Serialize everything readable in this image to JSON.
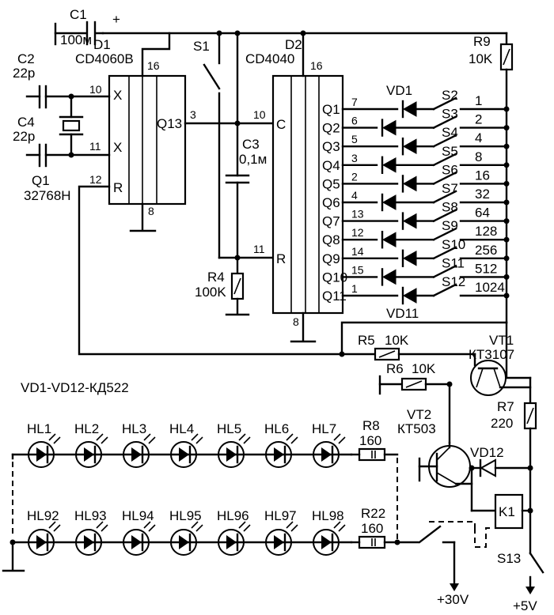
{
  "components": {
    "c1": {
      "ref": "C1",
      "value": "100м",
      "polarity": "+"
    },
    "c2": {
      "ref": "C2",
      "value": "22р"
    },
    "c4": {
      "ref": "C4",
      "value": "22р"
    },
    "q1": {
      "ref": "Q1",
      "value": "32768Н"
    },
    "d1": {
      "ref": "D1",
      "part": "CD4060B",
      "pin_vdd": "16",
      "pin_x1": "10",
      "pin_x2": "11",
      "pin_r": "12",
      "pin_gnd": "8",
      "out_label": "Q13",
      "out_pin": "3",
      "in_x": "X",
      "in_r": "R"
    },
    "s1": {
      "ref": "S1"
    },
    "c3": {
      "ref": "C3",
      "value": "0,1м"
    },
    "r4": {
      "ref": "R4",
      "value": "100K"
    },
    "d2": {
      "ref": "D2",
      "part": "CD4040",
      "pin_vdd": "16",
      "pin_c": "10",
      "pin_r": "11",
      "pin_gnd": "8",
      "in_c": "C",
      "in_r": "R"
    },
    "r9": {
      "ref": "R9",
      "value": "10K"
    },
    "r5": {
      "ref": "R5",
      "value": "10K"
    },
    "r6": {
      "ref": "R6",
      "value": "10K"
    },
    "vt1": {
      "ref": "VT1",
      "part": "КТ3107"
    },
    "vt2": {
      "ref": "VT2",
      "part": "КТ503"
    },
    "r7": {
      "ref": "R7",
      "value": "220"
    },
    "vd12": {
      "ref": "VD12"
    },
    "k1": {
      "ref": "K1"
    },
    "s13": {
      "ref": "S13"
    },
    "r8": {
      "ref": "R8",
      "value": "160"
    },
    "r22": {
      "ref": "R22",
      "value": "160"
    }
  },
  "outputs": [
    {
      "q": "Q1",
      "pin": "7",
      "switch": "S2",
      "weight": "1",
      "diode": "VD1"
    },
    {
      "q": "Q2",
      "pin": "6",
      "switch": "S3",
      "weight": "2",
      "diode": ""
    },
    {
      "q": "Q3",
      "pin": "5",
      "switch": "S4",
      "weight": "4",
      "diode": ""
    },
    {
      "q": "Q4",
      "pin": "3",
      "switch": "S5",
      "weight": "8",
      "diode": ""
    },
    {
      "q": "Q5",
      "pin": "2",
      "switch": "S6",
      "weight": "16",
      "diode": ""
    },
    {
      "q": "Q6",
      "pin": "4",
      "switch": "S7",
      "weight": "32",
      "diode": ""
    },
    {
      "q": "Q7",
      "pin": "13",
      "switch": "S8",
      "weight": "64",
      "diode": ""
    },
    {
      "q": "Q8",
      "pin": "12",
      "switch": "S9",
      "weight": "128",
      "diode": ""
    },
    {
      "q": "Q9",
      "pin": "14",
      "switch": "S10",
      "weight": "256",
      "diode": ""
    },
    {
      "q": "Q10",
      "pin": "15",
      "switch": "S11",
      "weight": "512",
      "diode": ""
    },
    {
      "q": "Q11",
      "pin": "1",
      "switch": "S12",
      "weight": "1024",
      "diode": "VD11"
    }
  ],
  "diode_note": "VD1-VD12-КД522",
  "leds_top": [
    "HL1",
    "HL2",
    "HL3",
    "HL4",
    "HL5",
    "HL6",
    "HL7"
  ],
  "leds_bottom": [
    "HL92",
    "HL93",
    "HL94",
    "HL95",
    "HL96",
    "HL97",
    "HL98"
  ],
  "supplies": {
    "v30": "+30V",
    "v5": "+5V"
  }
}
